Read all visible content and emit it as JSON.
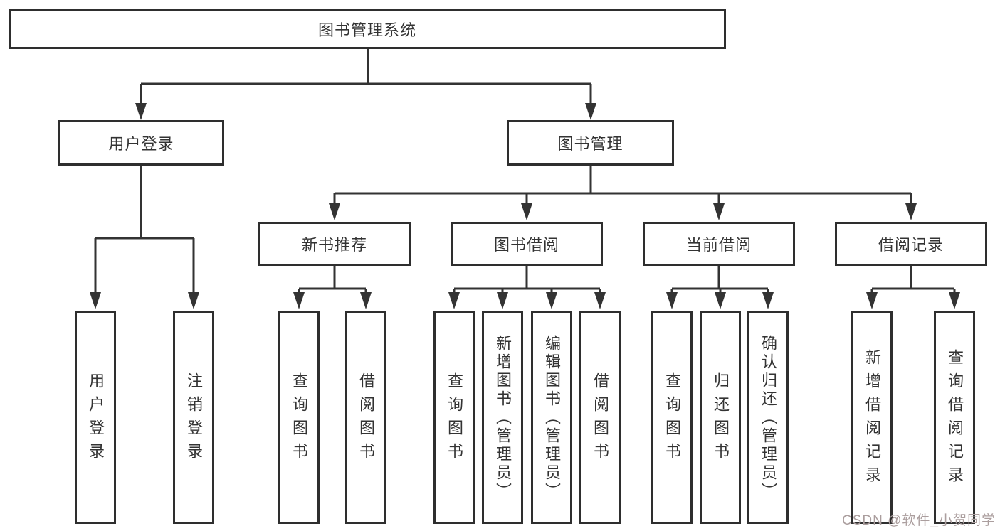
{
  "diagram": {
    "title": "图书管理系统",
    "nodes": {
      "root": "图书管理系统",
      "user_login": "用户登录",
      "book_mgmt": "图书管理",
      "new_book_rec": "新书推荐",
      "book_borrow": "图书借阅",
      "current_borrow": "当前借阅",
      "borrow_records": "借阅记录",
      "leaf_user_login": "用户登录",
      "leaf_logout": "注销登录",
      "rec_query_book": "查询图书",
      "rec_borrow_book": "借阅图书",
      "bb_query_book": "查询图书",
      "bb_add_book": "新增图书（管理员）",
      "bb_edit_book": "编辑图书（管理员）",
      "bb_borrow_book": "借阅图书",
      "cb_query_book": "查询图书",
      "cb_return_book": "归还图书",
      "cb_confirm_return": "确认归还（管理员）",
      "br_add_record": "新增借阅记录",
      "br_query_record": "查询借阅记录"
    },
    "colors": {
      "line": "#333333",
      "text": "#333333",
      "watermark": "#ab9e9e"
    }
  },
  "watermark": "CSDN @软件_小贺同学"
}
